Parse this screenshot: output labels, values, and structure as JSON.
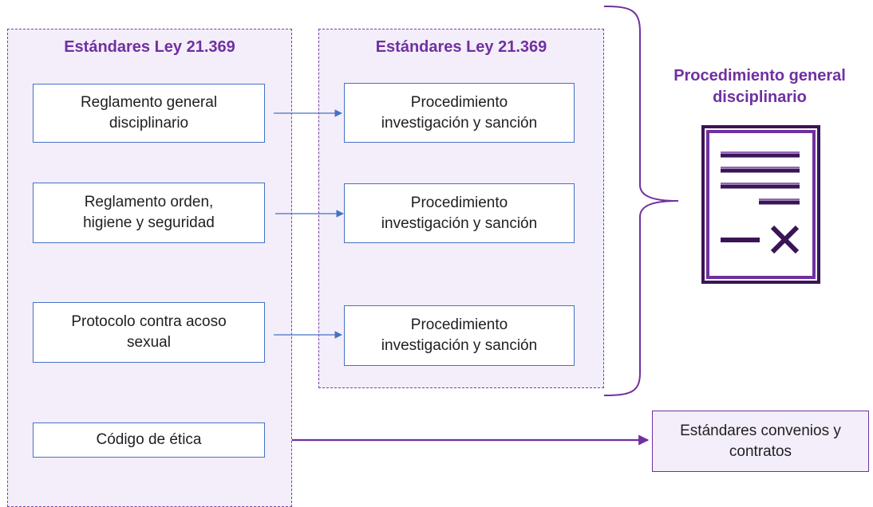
{
  "left_panel": {
    "title": "Estándares Ley 21.369",
    "items": [
      {
        "label_line1": "Reglamento general",
        "label_line2": "disciplinario"
      },
      {
        "label_line1": "Reglamento orden,",
        "label_line2": "higiene y seguridad"
      },
      {
        "label_line1": "Protocolo contra acoso",
        "label_line2": "sexual"
      },
      {
        "label_line1": "Código de ética"
      }
    ]
  },
  "right_panel": {
    "title": "Estándares Ley 21.369",
    "items": [
      {
        "label_line1": "Procedimiento",
        "label_line2": "investigación y sanción"
      },
      {
        "label_line1": "Procedimiento",
        "label_line2": "investigación y sanción"
      },
      {
        "label_line1": "Procedimiento",
        "label_line2": "investigación y sanción"
      }
    ]
  },
  "summary": {
    "title_line1": "Procedimiento general",
    "title_line2": "disciplinario",
    "icon": "document-with-x-icon"
  },
  "output": {
    "label_line1": "Estándares convenios y",
    "label_line2": "contratos"
  },
  "colors": {
    "accent_purple": "#7030a0",
    "panel_fill": "#f3eefa",
    "box_border_blue": "#4472c4",
    "arrow_blue": "#4472c4"
  }
}
